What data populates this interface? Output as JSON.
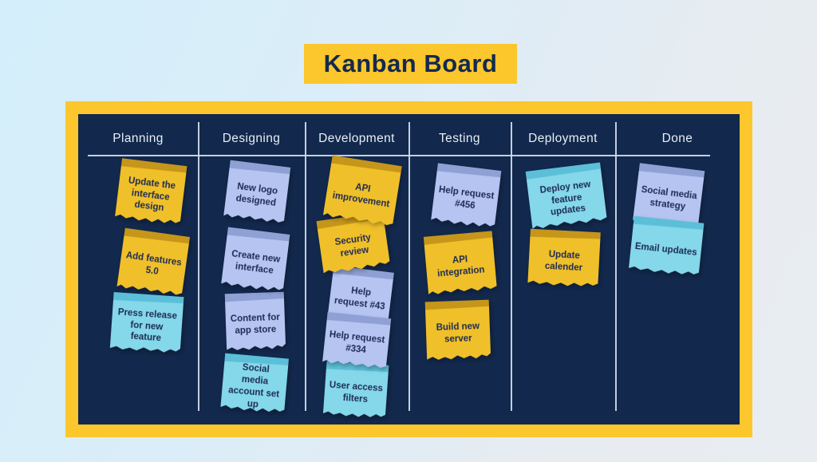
{
  "title": "Kanban Board",
  "colors": {
    "background_start": "#d4effb",
    "background_end": "#e9edf1",
    "title_banner": "#fbc72d",
    "title_text": "#14294e",
    "board_frame": "#fbc72d",
    "board_surface": "#12284c",
    "header_text": "#e9eef7",
    "divider": "#d2ddec",
    "note_yellow": "#f0c02a",
    "note_yellow_fold": "#c6961b",
    "note_lavender": "#b6c4f2",
    "note_lavender_fold": "#8fa0d4",
    "note_cyan": "#85d7ea",
    "note_cyan_fold": "#5cbfd8",
    "note_text": "#1c2b52"
  },
  "board": {
    "columns": [
      {
        "name": "Planning",
        "notes": [
          {
            "text": "Update the interface design",
            "color": "yellow"
          },
          {
            "text": "Add features 5.0",
            "color": "yellow"
          },
          {
            "text": "Press release for new feature",
            "color": "cyan"
          }
        ]
      },
      {
        "name": "Designing",
        "notes": [
          {
            "text": "New logo designed",
            "color": "lavender"
          },
          {
            "text": "Create new interface",
            "color": "lavender"
          },
          {
            "text": "Content for app store",
            "color": "lavender"
          },
          {
            "text": "Social media account set up",
            "color": "cyan"
          }
        ]
      },
      {
        "name": "Development",
        "notes": [
          {
            "text": "API improvement",
            "color": "yellow"
          },
          {
            "text": "Security review",
            "color": "yellow"
          },
          {
            "text": "Help request #43",
            "color": "lavender"
          },
          {
            "text": "Help request #334",
            "color": "lavender"
          },
          {
            "text": "User access filters",
            "color": "cyan"
          }
        ]
      },
      {
        "name": "Testing",
        "notes": [
          {
            "text": "Help request #456",
            "color": "lavender"
          },
          {
            "text": "API integration",
            "color": "yellow"
          },
          {
            "text": "Build new server",
            "color": "yellow"
          }
        ]
      },
      {
        "name": "Deployment",
        "notes": [
          {
            "text": "Deploy new feature updates",
            "color": "cyan"
          },
          {
            "text": "Update calender",
            "color": "yellow"
          }
        ]
      },
      {
        "name": "Done",
        "notes": [
          {
            "text": "Social media strategy",
            "color": "lavender"
          },
          {
            "text": "Email updates",
            "color": "cyan"
          }
        ]
      }
    ]
  }
}
